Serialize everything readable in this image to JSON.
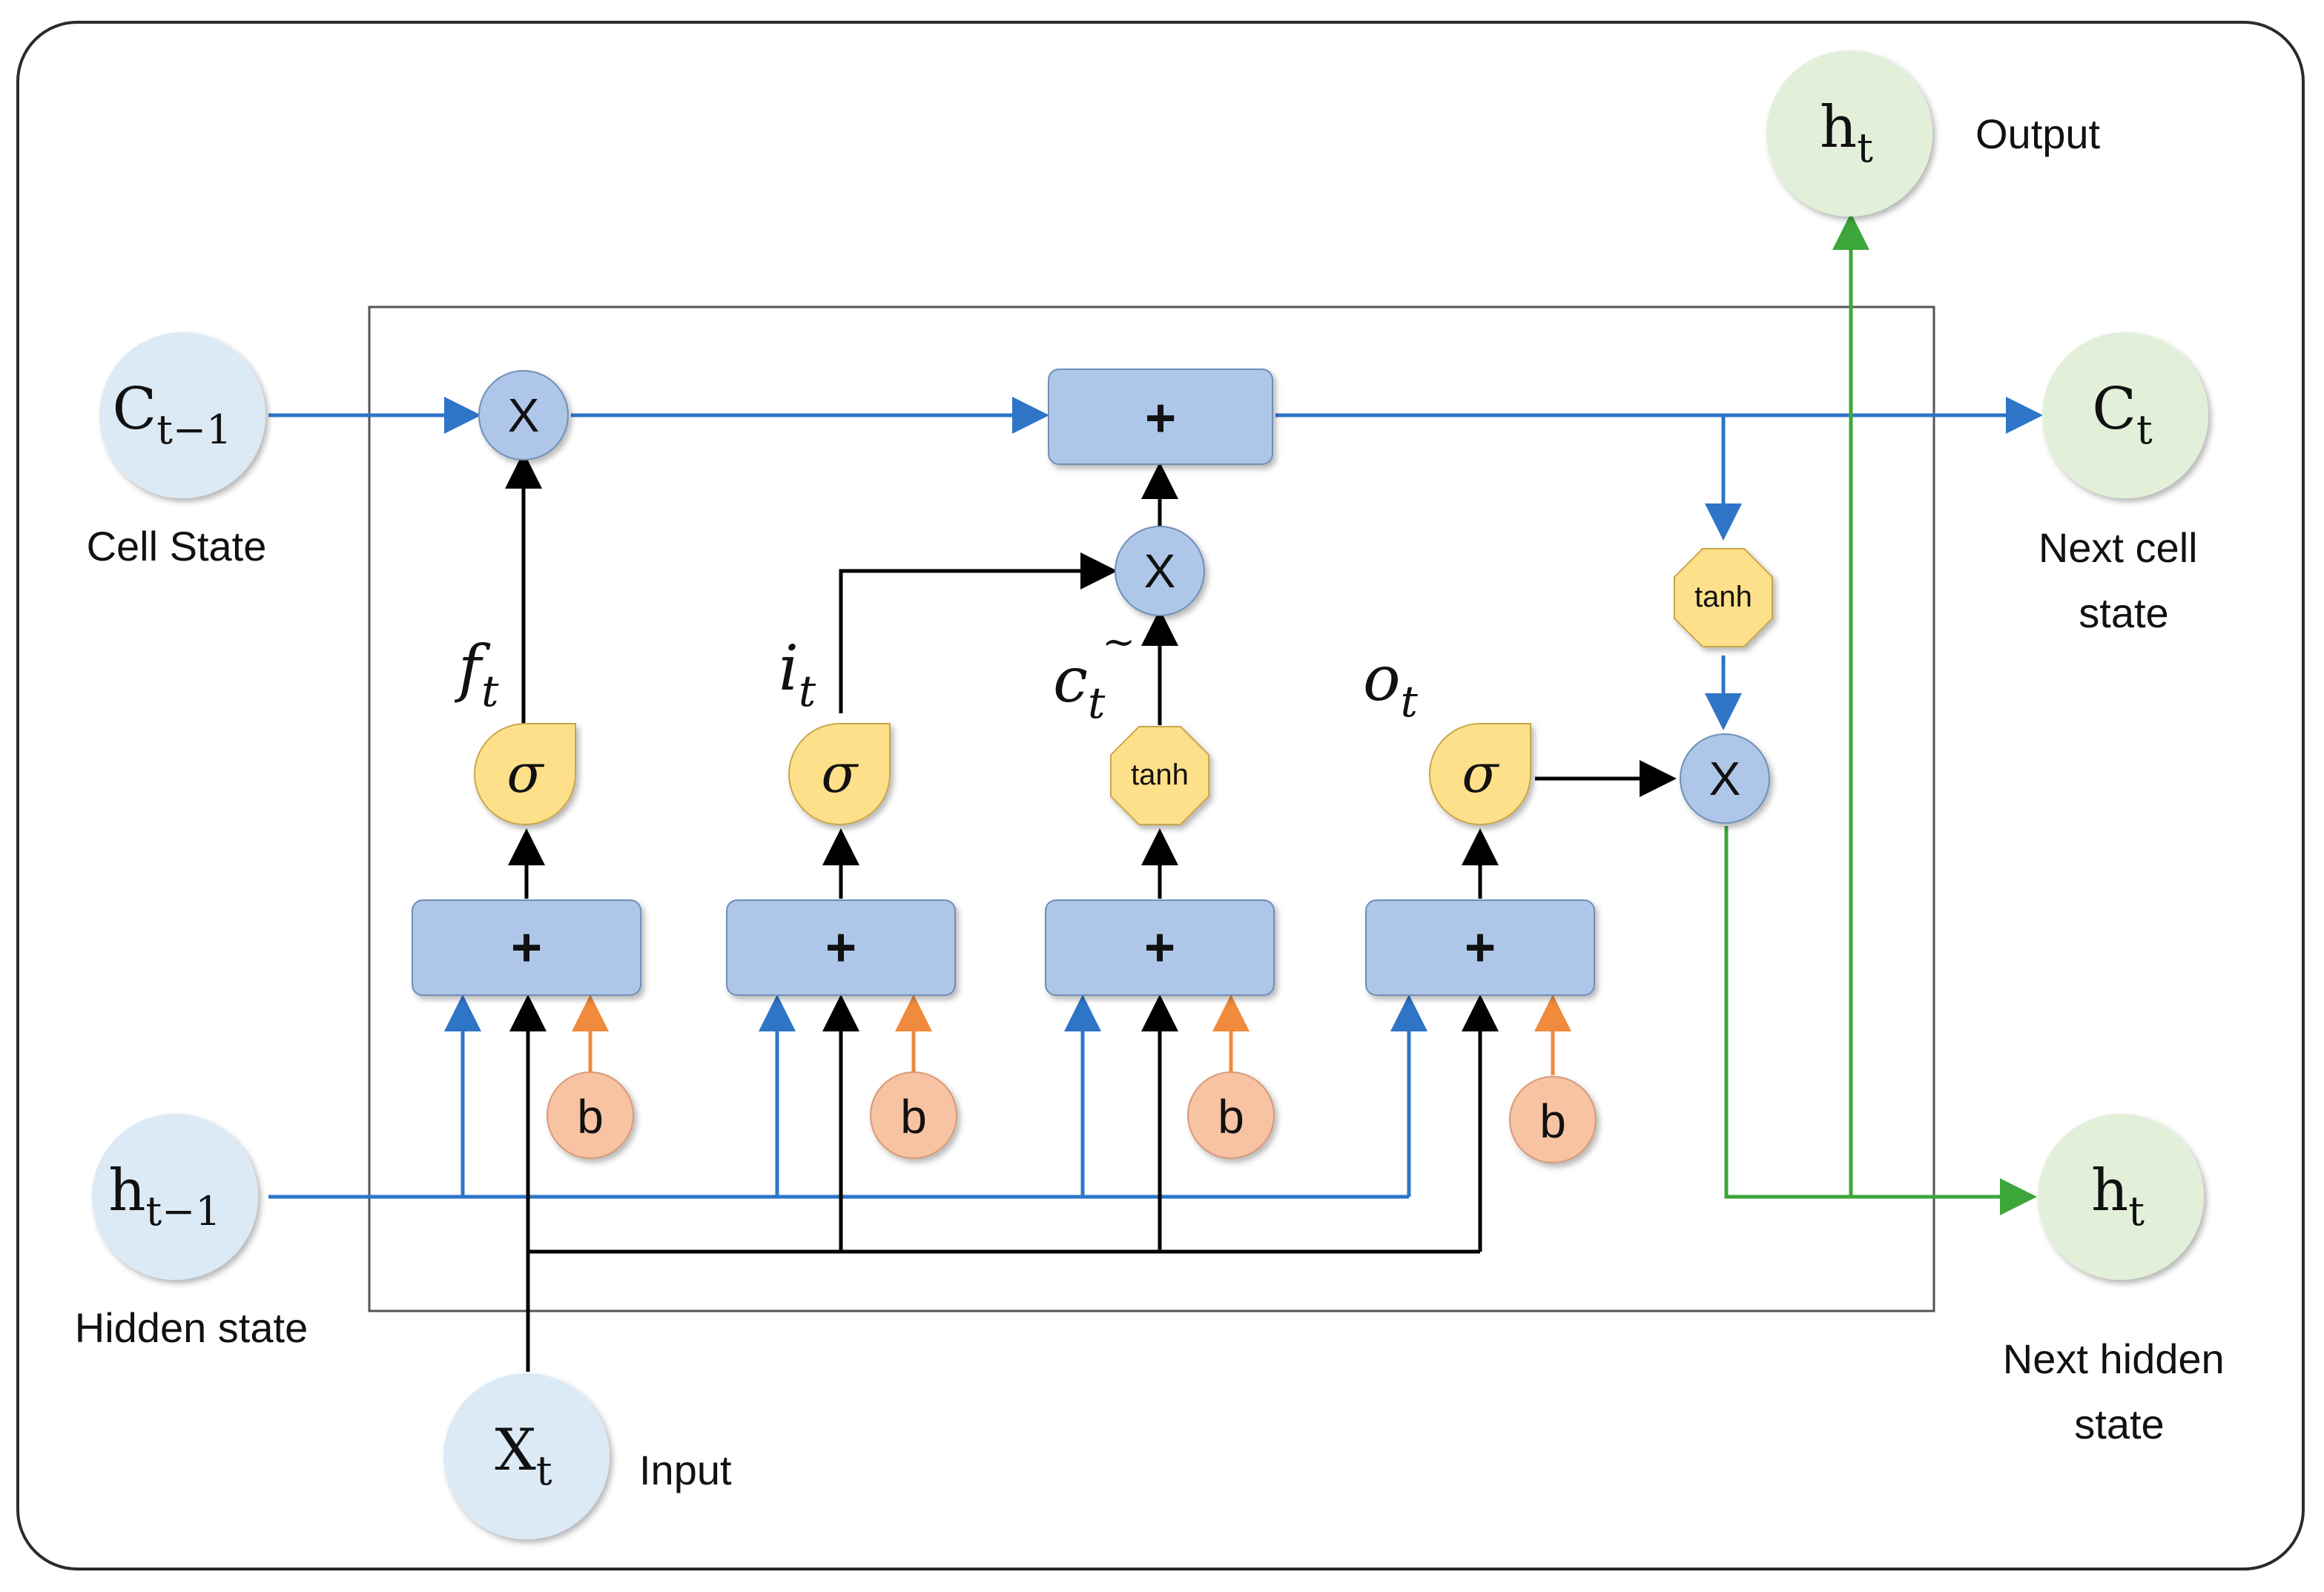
{
  "nodes": {
    "c_prev": {
      "main": "C",
      "sub": "t−1"
    },
    "h_prev": {
      "main": "h",
      "sub": "t−1"
    },
    "x_t": {
      "main": "X",
      "sub": "t"
    },
    "c_t": {
      "main": "C",
      "sub": "t"
    },
    "h_t_right": {
      "main": "h",
      "sub": "t"
    },
    "h_t_top": {
      "main": "h",
      "sub": "t"
    }
  },
  "labels": {
    "cell_state": "Cell State",
    "hidden_state": "Hidden state",
    "input": "Input",
    "output": "Output",
    "next_cell_state": [
      "Next cell",
      "state"
    ],
    "next_hidden_state": [
      "Next hidden",
      "state"
    ]
  },
  "gates": {
    "forget": {
      "main": "f",
      "sub": "t"
    },
    "input": {
      "main": "i",
      "sub": "t"
    },
    "candidate": {
      "main": "c",
      "sub": "t",
      "sup": "~"
    },
    "output": {
      "main": "o",
      "sub": "t"
    }
  },
  "ops": {
    "multiply": "X",
    "add": "+",
    "sigma": "σ",
    "tanh": "tanh",
    "bias": "b"
  },
  "colors": {
    "blue_arrow": "#2E75C8",
    "green_arrow": "#3DA63A",
    "orange_arrow": "#F08A3C",
    "black_arrow": "#000000",
    "light_blue_node": "#DCEAF6",
    "light_green_node": "#E2F0DA",
    "op_circle": "#AEC6E8",
    "add_box": "#AEC6E8",
    "activation": "#FFE08A",
    "bias": "#F8C3A3"
  }
}
